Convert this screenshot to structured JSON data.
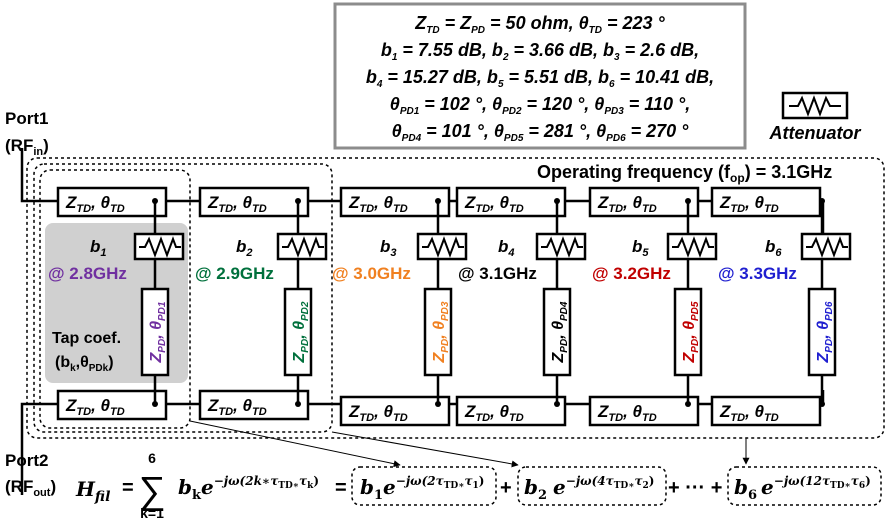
{
  "params": {
    "line1": "Z_TD = Z_PD = 50 ohm, θ_TD = 223 °",
    "line2": "b_1 = 7.55 dB, b_2 = 3.66 dB, b_3 = 2.6 dB,",
    "line3": "b_4 = 15.27 dB, b_5 = 5.51 dB, b_6 = 10.41 dB,",
    "line4": "θ_PD1 = 102 °, θ_PD2 = 120 °, θ_PD3 = 110 °,",
    "line5": "θ_PD4 = 101 °, θ_PD5 = 281 °, θ_PD6 = 270 °"
  },
  "legend": {
    "label": "Attenuator"
  },
  "ports": {
    "port1": "Port1",
    "port1_sub": "(RF_in)",
    "port2": "Port2",
    "port2_sub": "(RF_out)"
  },
  "operating": {
    "label": "Operating frequency (f_op) = 3.1GHz"
  },
  "td_label": "Z_TD, θ_TD",
  "taps": [
    {
      "b": "b_1",
      "freq": "@ 2.8GHz",
      "pd": "Z_PD, θ_PD1",
      "color": "#7030A0"
    },
    {
      "b": "b_2",
      "freq": "@ 2.9GHz",
      "pd": "Z_PD, θ_PD2",
      "color": "#00703C"
    },
    {
      "b": "b_3",
      "freq": "@ 3.0GHz",
      "pd": "Z_PD, θ_PD3",
      "color": "#F08020"
    },
    {
      "b": "b_4",
      "freq": "@ 3.1GHz",
      "pd": "Z_PD, θ_PD4",
      "color": "#000000"
    },
    {
      "b": "b_5",
      "freq": "@ 3.2GHz",
      "pd": "Z_PD, θ_PD5",
      "color": "#C00000"
    },
    {
      "b": "b_6",
      "freq": "@ 3.3GHz",
      "pd": "Z_PD, θ_PD6",
      "color": "#1F1FD0"
    }
  ],
  "tap_coef": {
    "line1": "Tap coef.",
    "line2": "(b_k,θ_PDk)"
  },
  "equation": {
    "lhs": "H_fil",
    "eq": "=",
    "sum_top": "6",
    "sum_bottom": "k=1",
    "sigma": "∑",
    "summand": "b_k e^{-jω(2k·τ_TD·τ_k)}",
    "term1": "b_1 e^{-jω(2τ_TD·τ_1)}",
    "term2": "b_2 e^{-jω(4τ_TD·τ_2)}",
    "dots": "+ ··· +",
    "plus": "+",
    "term6": "b_6 e^{-jω(12τ_TD·τ_6)}"
  },
  "colors": {
    "line": "#000000",
    "gray_box": "#D0D0D0",
    "param_border": "#8C8C8C"
  }
}
